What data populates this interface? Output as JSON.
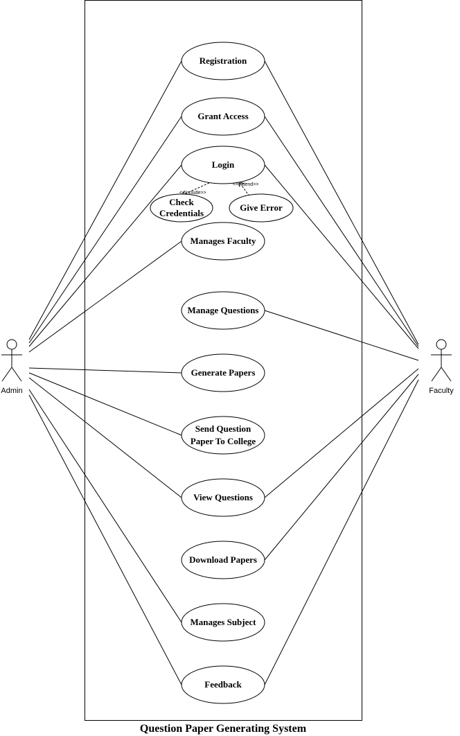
{
  "system": {
    "title": "Question Paper Generating System"
  },
  "actors": {
    "admin": {
      "label": "Admin"
    },
    "faculty": {
      "label": "Faculty"
    }
  },
  "use_cases": {
    "registration": {
      "label": "Registration"
    },
    "grant_access": {
      "label": "Grant Access"
    },
    "login": {
      "label": "Login"
    },
    "check_credentials": {
      "line1": "Check",
      "line2": "Credentials"
    },
    "give_error": {
      "label": "Give Error"
    },
    "manages_faculty": {
      "label": "Manages Faculty"
    },
    "manage_questions": {
      "label": "Manage Questions"
    },
    "generate_papers": {
      "label": "Generate Papers"
    },
    "send_question_paper": {
      "line1": "Send Question",
      "line2": "Paper To College"
    },
    "view_questions": {
      "label": "View Questions"
    },
    "download_papers": {
      "label": "Download Papers"
    },
    "manages_subject": {
      "label": "Manages Subject"
    },
    "feedback": {
      "label": "Feedback"
    }
  },
  "relations": {
    "include": "<<include>>",
    "extend": "<<extend>>"
  }
}
